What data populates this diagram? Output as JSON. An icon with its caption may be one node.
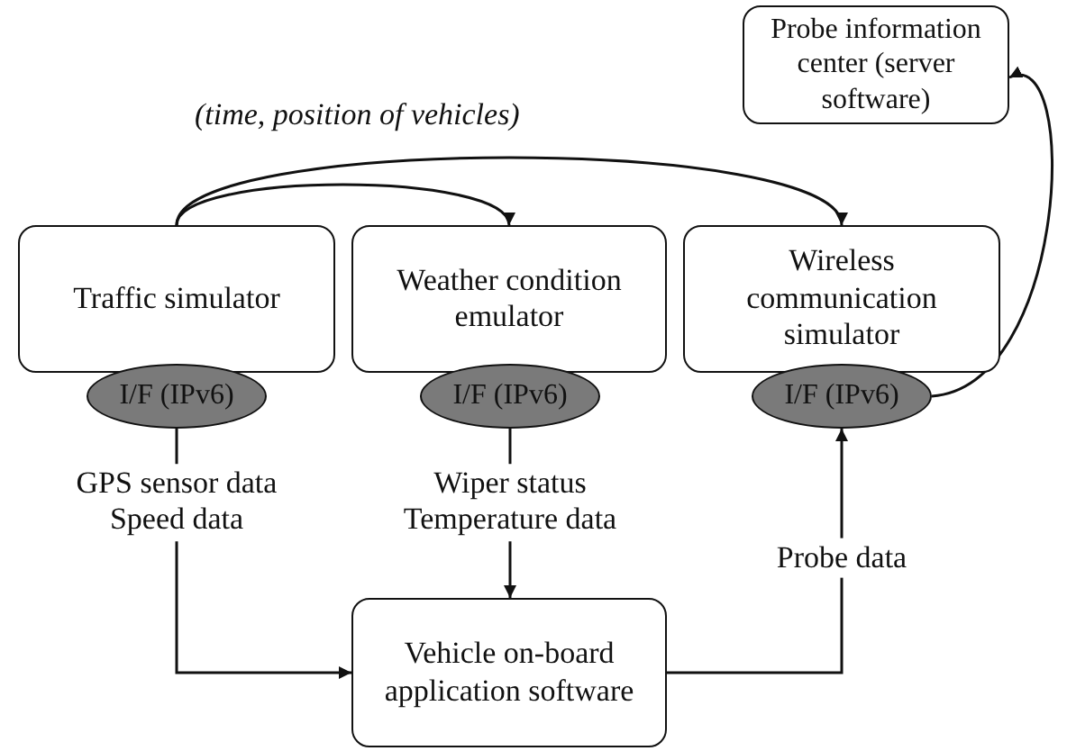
{
  "diagram": {
    "nodes": [
      {
        "text": [
          "Probe information center (server software)"
        ]
      },
      {
        "text": [
          "Traffic simulator"
        ]
      },
      {
        "text": [
          "Weather condition emulator"
        ]
      },
      {
        "text": [
          "Wireless communication simulator"
        ]
      },
      {
        "text": [
          "I/F (IPv6)"
        ]
      },
      {
        "text": [
          "I/F (IPv6)"
        ]
      },
      {
        "text": [
          "I/F (IPv6)"
        ]
      },
      {
        "text": [
          "Vehicle on-board application software"
        ]
      }
    ],
    "edges": [
      {
        "from": 1,
        "to": 2,
        "arrow": "to"
      },
      {
        "from": 1,
        "to": 3,
        "arrow": "to"
      },
      {
        "from": 4,
        "to": 7,
        "arrow": "to",
        "label": "GPS sensor data Speed data"
      },
      {
        "from": 5,
        "to": 7,
        "arrow": "to",
        "label": "Wiper status Temperature data"
      },
      {
        "from": 7,
        "to": 6,
        "arrow": "to",
        "label": "Probe data"
      },
      {
        "from": 6,
        "to": 0,
        "arrow": "to"
      }
    ],
    "labels": [
      "(time, position of vehicles)"
    ]
  }
}
